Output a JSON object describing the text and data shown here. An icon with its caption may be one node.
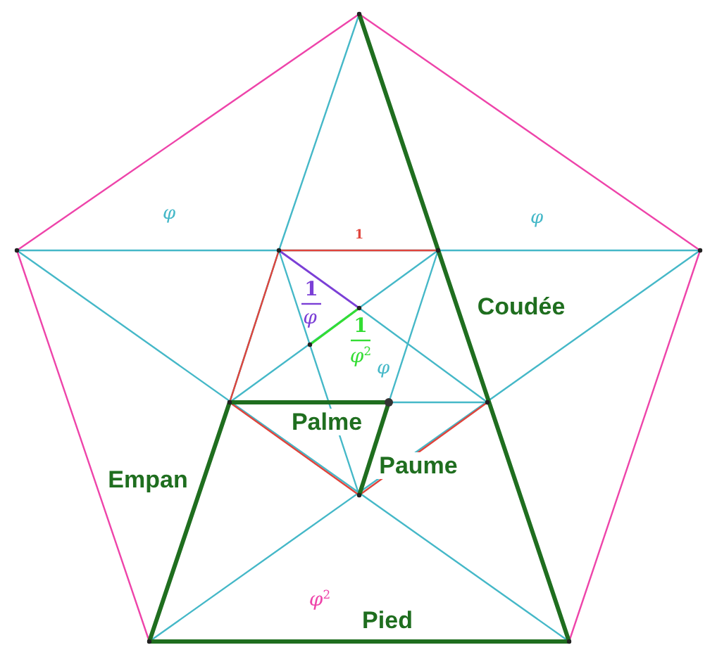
{
  "diagram": {
    "labels": [
      "φ",
      "1",
      "φ",
      "1",
      "φ",
      "1",
      "φ$^{2}$",
      "φ",
      "Coudée",
      "Palme",
      "Paume",
      "Empan",
      "φ$^{2}$",
      "Pied"
    ]
  }
}
